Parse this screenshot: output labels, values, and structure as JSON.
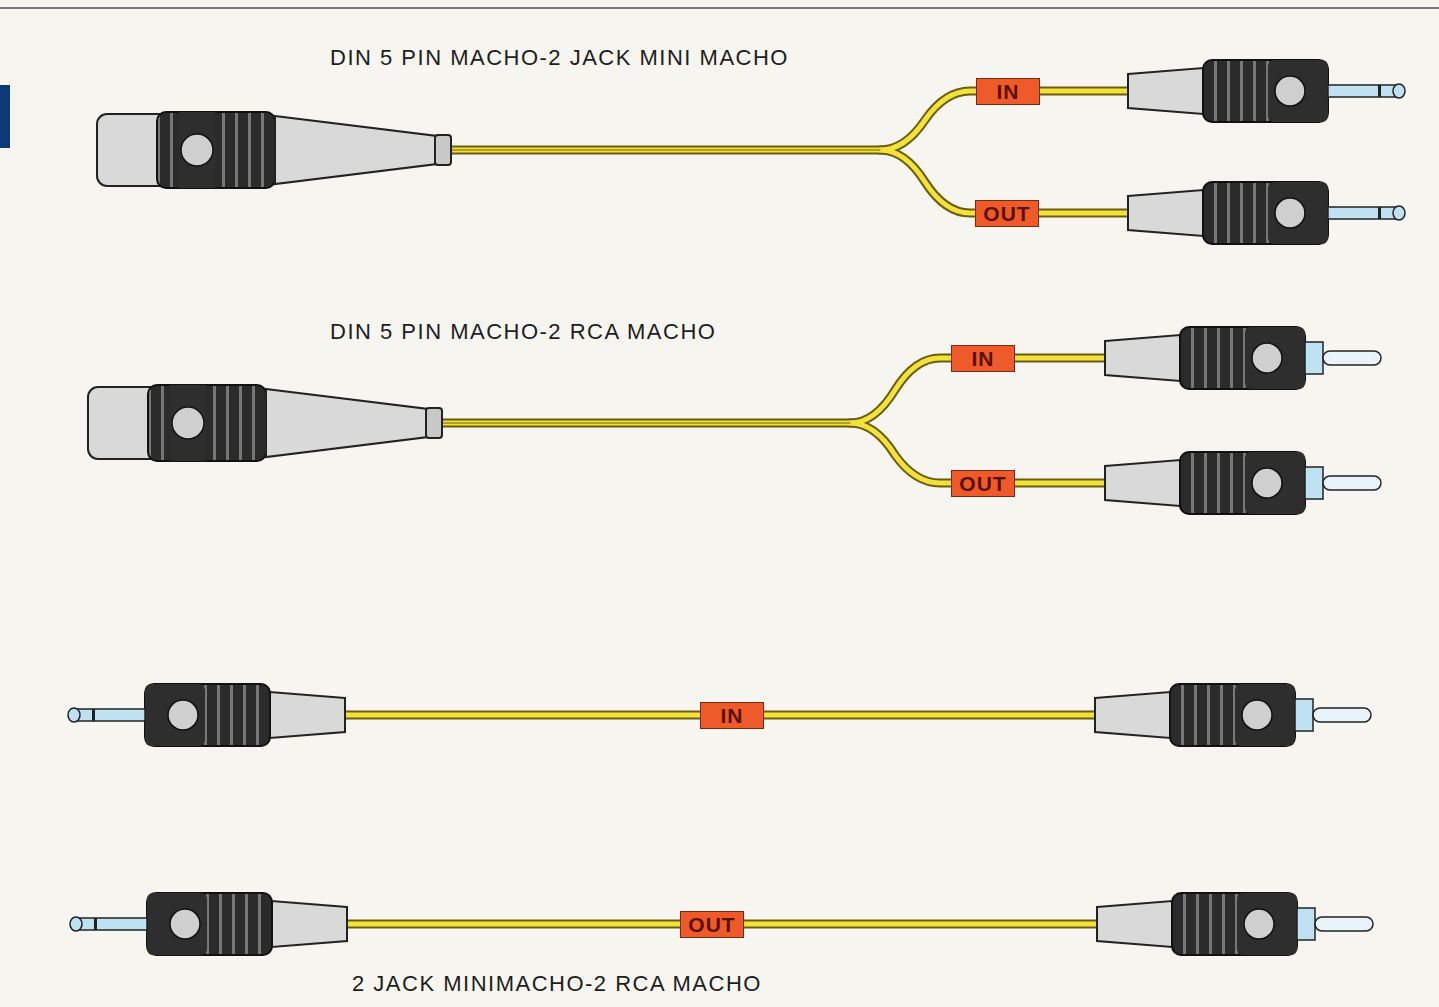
{
  "diagram": {
    "nodes": [
      {
        "text": [
          "IN"
        ]
      },
      {
        "text": [
          "OUT"
        ]
      },
      {
        "text": [
          "IN"
        ]
      },
      {
        "text": [
          "OUT"
        ]
      },
      {
        "text": [
          "IN"
        ]
      },
      {
        "text": [
          "OUT"
        ]
      }
    ],
    "labels": [
      "DIN 5 PIN MACHO-2 JACK MINI MACHO",
      "DIN 5 PIN MACHO-2 RCA MACHO",
      "2 JACK MINIMACHO-2 RCA MACHO"
    ]
  }
}
